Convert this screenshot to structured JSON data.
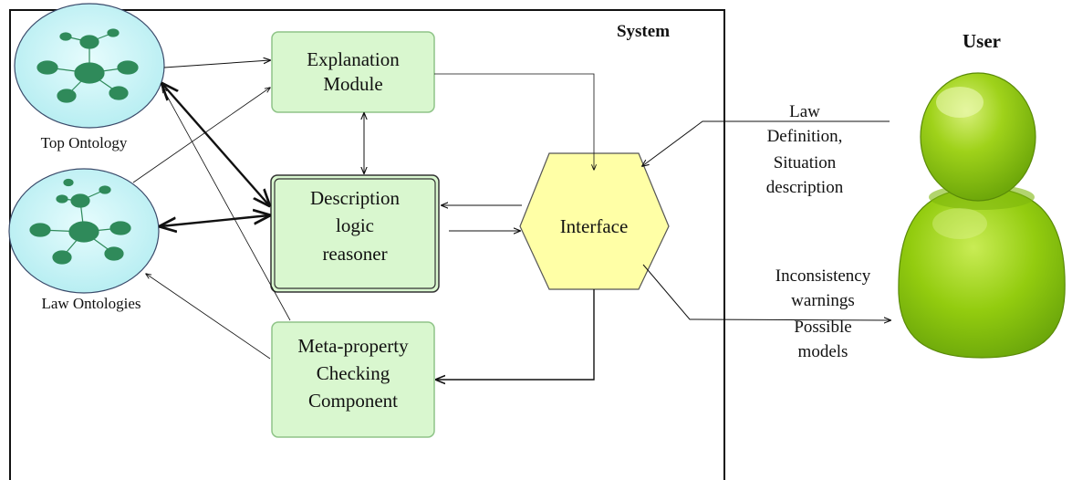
{
  "system": {
    "title": "System"
  },
  "user": {
    "title": "User"
  },
  "ontologies": {
    "top": {
      "label": "Top Ontology"
    },
    "law": {
      "label": "Law Ontologies"
    }
  },
  "modules": {
    "explanation": {
      "line1": "Explanation",
      "line2": "Module"
    },
    "reasoner": {
      "line1": "Description",
      "line2": "logic",
      "line3": "reasoner"
    },
    "meta": {
      "line1": "Meta-property",
      "line2": "Checking",
      "line3": "Component"
    },
    "interface": {
      "label": "Interface"
    }
  },
  "io": {
    "input": {
      "line1": "Law",
      "line2": "Definition,",
      "line3": "Situation",
      "line4": "description"
    },
    "output": {
      "line1": "Inconsistency",
      "line2": "warnings",
      "line3": "Possible",
      "line4": "models"
    }
  },
  "colors": {
    "module_fill": "#d9f7cf",
    "module_stroke": "#8fc488",
    "interface_fill": "#ffffa6",
    "ontology_fill": "#c8f4f7",
    "node_fill": "#2f8a5a",
    "user_green": "#8ccc10"
  }
}
